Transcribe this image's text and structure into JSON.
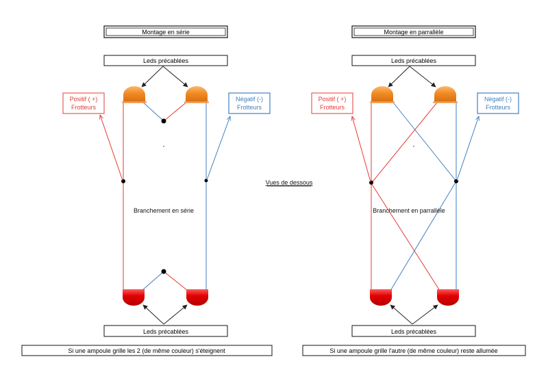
{
  "left": {
    "title": "Montage en série",
    "leds_top_label": "Leds précablées",
    "leds_bottom_label": "Leds précablées",
    "positive_label_1": "Positif ( +)",
    "positive_label_2": "Frotteurs",
    "negative_label_1": "Négatif (-)",
    "negative_label_2": "Frotteurs",
    "center_text": "Branchement en série",
    "note": "Si une ampoule grille les 2  (de même couleur) s'éteignent"
  },
  "right": {
    "title": "Montage en parrallèle",
    "leds_top_label": "Leds précablées",
    "leds_bottom_label": "Leds précablées",
    "positive_label_1": "Positif ( +)",
    "positive_label_2": "Frotteurs",
    "negative_label_1": "Négatif (-)",
    "negative_label_2": "Frotteurs",
    "center_text": "Branchement en parrallèle",
    "note": "Si une ampoule grille l'autre (de  même couleur) reste allumée"
  },
  "middle_label": "Vues de dessous",
  "colors": {
    "positive": "#e53935",
    "negative": "#3f7fc0",
    "led_top": "#f08a24",
    "led_bottom": "#e00000"
  }
}
